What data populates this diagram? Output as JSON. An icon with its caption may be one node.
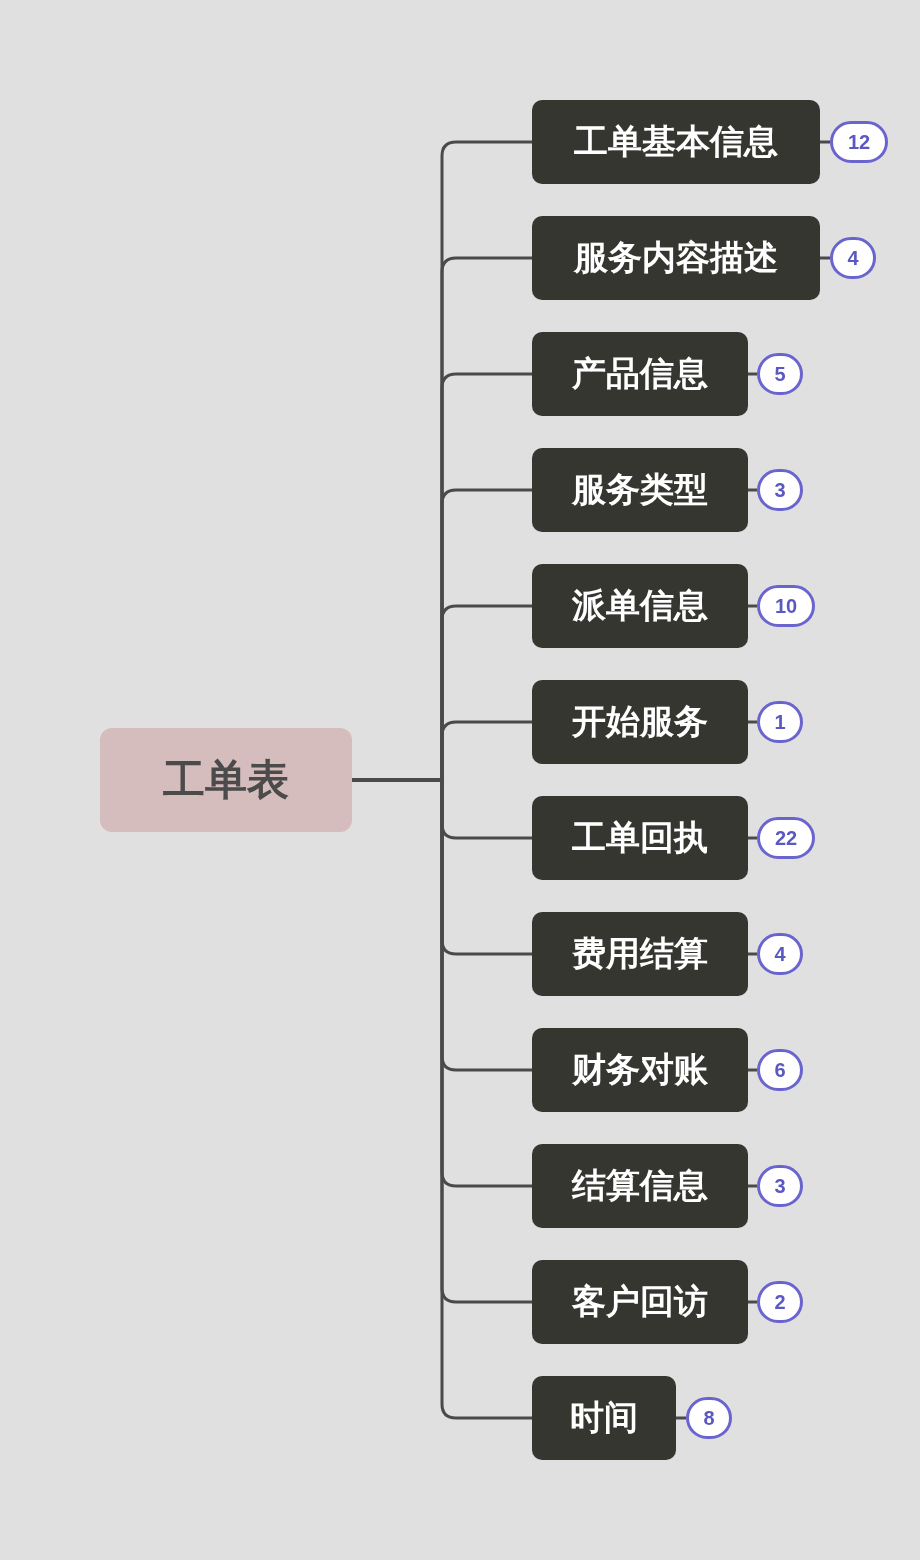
{
  "diagram": {
    "nodes": [
      {
        "text": [
          "工单表"
        ]
      },
      {
        "text": [
          "工单基本信息"
        ]
      },
      {
        "text": [
          "12"
        ]
      },
      {
        "text": [
          "服务内容描述"
        ]
      },
      {
        "text": [
          "4"
        ]
      },
      {
        "text": [
          "产品信息"
        ]
      },
      {
        "text": [
          "5"
        ]
      },
      {
        "text": [
          "服务类型"
        ]
      },
      {
        "text": [
          "3"
        ]
      },
      {
        "text": [
          "派单信息"
        ]
      },
      {
        "text": [
          "10"
        ]
      },
      {
        "text": [
          "开始服务"
        ]
      },
      {
        "text": [
          "1"
        ]
      },
      {
        "text": [
          "工单回执"
        ]
      },
      {
        "text": [
          "22"
        ]
      },
      {
        "text": [
          "费用结算"
        ]
      },
      {
        "text": [
          "4"
        ]
      },
      {
        "text": [
          "财务对账"
        ]
      },
      {
        "text": [
          "6"
        ]
      },
      {
        "text": [
          "结算信息"
        ]
      },
      {
        "text": [
          "3"
        ]
      },
      {
        "text": [
          "客户回访"
        ]
      },
      {
        "text": [
          "2"
        ]
      },
      {
        "text": [
          "时间"
        ]
      },
      {
        "text": [
          "8"
        ]
      }
    ],
    "edges": [
      {
        "from": 0,
        "to": 1,
        "arrow": "none"
      },
      {
        "from": 1,
        "to": 2,
        "arrow": "none"
      },
      {
        "from": 0,
        "to": 3,
        "arrow": "none"
      },
      {
        "from": 3,
        "to": 4,
        "arrow": "none"
      },
      {
        "from": 0,
        "to": 5,
        "arrow": "none"
      },
      {
        "from": 5,
        "to": 6,
        "arrow": "none"
      },
      {
        "from": 0,
        "to": 7,
        "arrow": "none"
      },
      {
        "from": 7,
        "to": 8,
        "arrow": "none"
      },
      {
        "from": 0,
        "to": 9,
        "arrow": "none"
      },
      {
        "from": 9,
        "to": 10,
        "arrow": "none"
      },
      {
        "from": 0,
        "to": 11,
        "arrow": "none"
      },
      {
        "from": 11,
        "to": 12,
        "arrow": "none"
      },
      {
        "from": 0,
        "to": 13,
        "arrow": "none"
      },
      {
        "from": 13,
        "to": 14,
        "arrow": "none"
      },
      {
        "from": 0,
        "to": 15,
        "arrow": "none"
      },
      {
        "from": 15,
        "to": 16,
        "arrow": "none"
      },
      {
        "from": 0,
        "to": 17,
        "arrow": "none"
      },
      {
        "from": 17,
        "to": 18,
        "arrow": "none"
      },
      {
        "from": 0,
        "to": 19,
        "arrow": "none"
      },
      {
        "from": 19,
        "to": 20,
        "arrow": "none"
      },
      {
        "from": 0,
        "to": 21,
        "arrow": "none"
      },
      {
        "from": 21,
        "to": 22,
        "arrow": "none"
      },
      {
        "from": 0,
        "to": 23,
        "arrow": "none"
      },
      {
        "from": 23,
        "to": 24,
        "arrow": "none"
      }
    ]
  }
}
